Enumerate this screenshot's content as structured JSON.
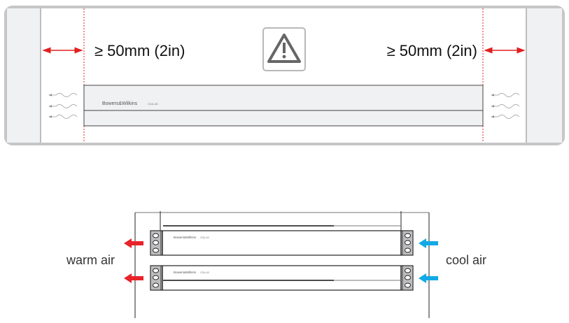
{
  "top_diagram": {
    "clearance_left": "≥ 50mm (2in)",
    "clearance_right": "≥ 50mm (2in)",
    "warning_icon": "warning-triangle-icon",
    "brand": "Bowers&Wilkins",
    "model": "CDA-4D"
  },
  "rack_diagram": {
    "warm_air_label": "warm air",
    "cool_air_label": "cool air",
    "units": [
      {
        "brand": "Bowers&Wilkins",
        "model": "CDA-4D"
      },
      {
        "brand": "Bowers&Wilkins",
        "model": "CDA-4D"
      }
    ]
  },
  "colors": {
    "warm": "#e8232a",
    "cool": "#13a9e6",
    "clearance": "#e02020",
    "frame": "#c6c6c8"
  }
}
